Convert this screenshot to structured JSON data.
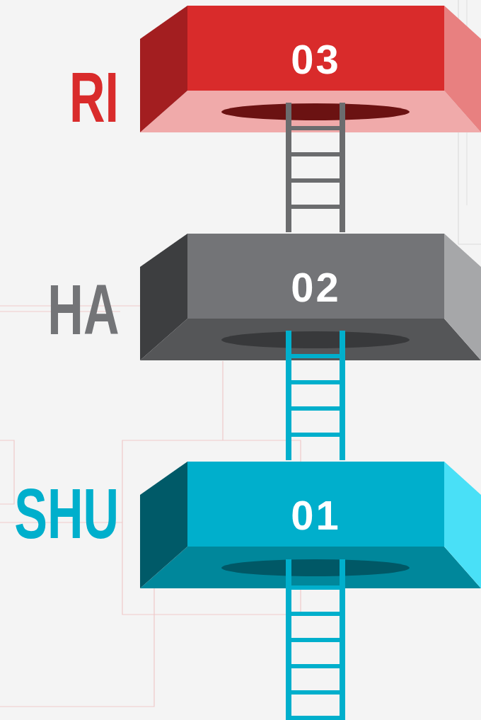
{
  "diagram": {
    "nodes": [
      {
        "text": [
          "RI",
          "03"
        ]
      },
      {
        "text": [
          "HA",
          "02"
        ]
      },
      {
        "text": [
          "SHU",
          "01"
        ]
      }
    ],
    "edges": [
      {
        "from": 1,
        "to": 0,
        "arrow": "none"
      },
      {
        "from": 2,
        "to": 1,
        "arrow": "none"
      }
    ]
  }
}
